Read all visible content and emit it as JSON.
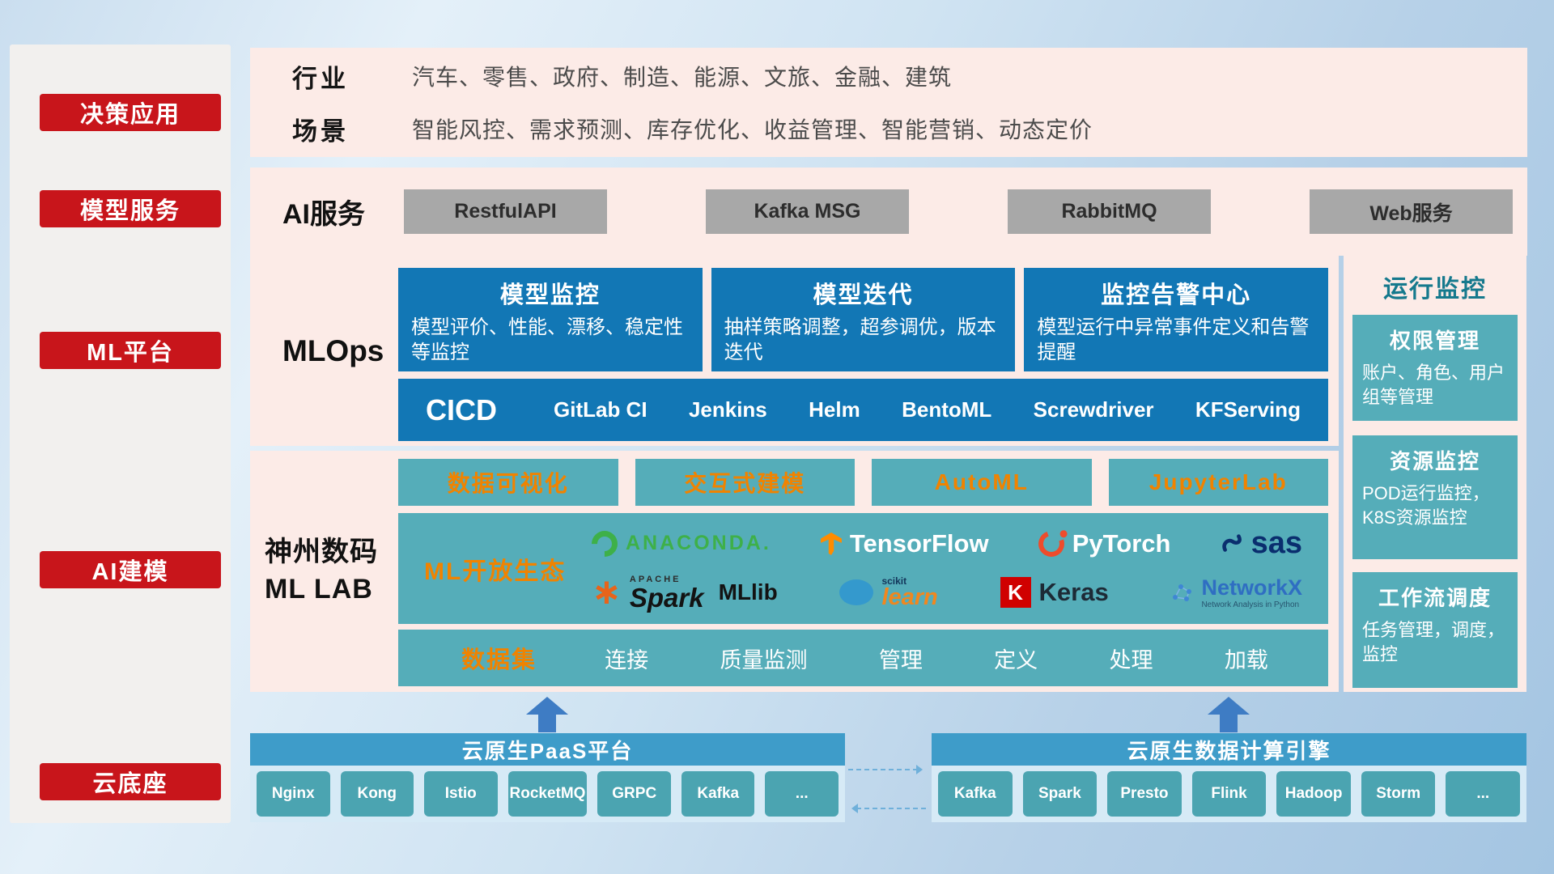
{
  "colors": {
    "accent_red": "#c8151b",
    "panel_pink": "#fcebe7",
    "card_blue": "#1277b5",
    "teal": "#55adb9",
    "accent_orange": "#f08300",
    "gray_button": "#a8a8a8",
    "foundation_blue": "#3e9cc9"
  },
  "sidebar": {
    "items": [
      {
        "label": "决策应用"
      },
      {
        "label": "模型服务"
      },
      {
        "label": "ML平台"
      },
      {
        "label": "AI建模"
      },
      {
        "label": "云底座"
      }
    ]
  },
  "industry": {
    "rows": [
      {
        "label": "行业",
        "text": "汽车、零售、政府、制造、能源、文旅、金融、建筑"
      },
      {
        "label": "场景",
        "text": "智能风控、需求预测、库存优化、收益管理、智能营销、动态定价"
      }
    ]
  },
  "ai_service": {
    "label": "AI服务",
    "buttons": [
      "RestfulAPI",
      "Kafka MSG",
      "RabbitMQ",
      "Web服务"
    ]
  },
  "mlops": {
    "label": "MLOps",
    "cards": [
      {
        "title": "模型监控",
        "desc": "模型评价、性能、漂移、稳定性等监控"
      },
      {
        "title": "模型迭代",
        "desc": "抽样策略调整，超参调优，版本迭代"
      },
      {
        "title": "监控告警中心",
        "desc": "模型运行中异常事件定义和告警提醒"
      }
    ],
    "cicd_label": "CICD",
    "cicd_tools": [
      "GitLab CI",
      "Jenkins",
      "Helm",
      "BentoML",
      "Screwdriver",
      "KFServing"
    ]
  },
  "mllab": {
    "label_line1": "神州数码",
    "label_line2": "ML LAB",
    "feature_buttons": [
      "数据可视化",
      "交互式建模",
      "AutoML",
      "JupyterLab"
    ],
    "ecosystem_label": "ML开放生态",
    "logos": {
      "anaconda": "ANACONDA.",
      "tensorflow": "TensorFlow",
      "pytorch": "PyTorch",
      "sas": "sas",
      "apache": "APACHE",
      "spark": "Spark",
      "mllib": "MLlib",
      "scikit": "scikit",
      "learn": "learn",
      "keras_k": "K",
      "keras": "Keras",
      "networkx": "NetworkX",
      "networkx_sub": "Network Analysis in Python"
    },
    "dataset_label": "数据集",
    "dataset_items": [
      "连接",
      "质量监测",
      "管理",
      "定义",
      "处理",
      "加载"
    ]
  },
  "monitor": {
    "title": "运行监控",
    "cards": [
      {
        "title": "权限管理",
        "desc": "账户、角色、用户组等管理"
      },
      {
        "title": "资源监控",
        "desc": "POD运行监控，K8S资源监控"
      },
      {
        "title": "工作流调度",
        "desc": "任务管理，调度，监控"
      }
    ]
  },
  "foundation": {
    "paas": {
      "title": "云原生PaaS平台",
      "items": [
        "Nginx",
        "Kong",
        "Istio",
        "RocketMQ",
        "GRPC",
        "Kafka",
        "..."
      ]
    },
    "engine": {
      "title": "云原生数据计算引擎",
      "items": [
        "Kafka",
        "Spark",
        "Presto",
        "Flink",
        "Hadoop",
        "Storm",
        "..."
      ]
    }
  }
}
